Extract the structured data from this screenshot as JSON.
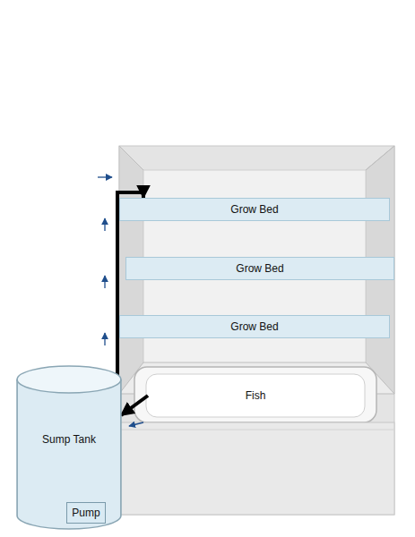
{
  "diagram": {
    "nodes": [
      {
        "text": [
          "Grow Bed"
        ]
      },
      {
        "text": [
          "Grow Bed"
        ]
      },
      {
        "text": [
          "Grow Bed"
        ]
      },
      {
        "text": [
          "Fish"
        ]
      },
      {
        "text": [
          "Sump Tank"
        ]
      },
      {
        "text": [
          "Pump"
        ],
        "in": 4
      }
    ],
    "edges": [
      {
        "from": 5,
        "to": 0,
        "arrow": "to"
      },
      {
        "from": 3,
        "to": 4,
        "arrow": "to"
      }
    ]
  }
}
